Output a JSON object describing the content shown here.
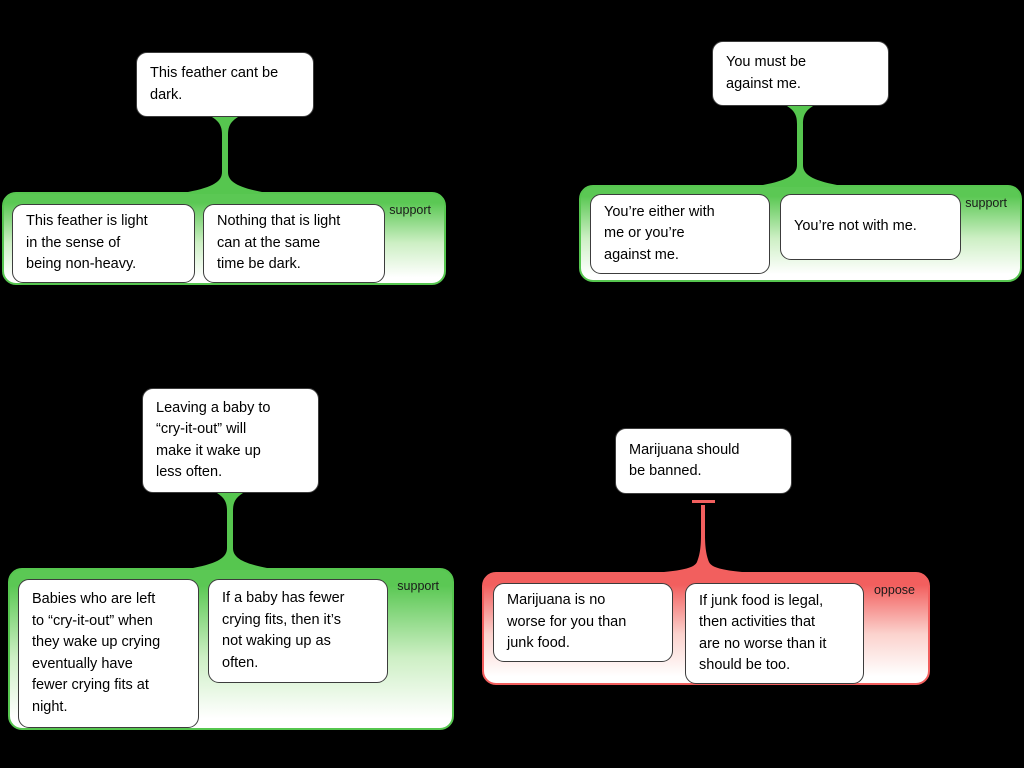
{
  "diagram_type": "argument-map",
  "colors": {
    "background": "#000000",
    "support": "#56c64f",
    "oppose": "#f25f5e",
    "node_fill": "#ffffff",
    "node_border": "#3c3c3c",
    "text": "#000000"
  },
  "trees": [
    {
      "claim": "This feather cant be\ndark.",
      "relation": "support",
      "relation_label": "support",
      "premises": [
        "This feather is light\nin the sense of\nbeing non-heavy.",
        "Nothing that is light\ncan at the same\ntime be dark."
      ]
    },
    {
      "claim": "You must be\nagainst me.",
      "relation": "support",
      "relation_label": "support",
      "premises": [
        "You’re either with\nme or you’re\nagainst me.",
        "You’re not with me."
      ]
    },
    {
      "claim": "Leaving a baby to\n“cry-it-out” will\nmake it wake up\nless often.",
      "relation": "support",
      "relation_label": "support",
      "premises": [
        "Babies who are left\nto “cry-it-out” when\nthey wake up crying\neventually have\nfewer crying fits at\nnight.",
        "If a baby has fewer\ncrying fits, then it’s\nnot waking up as\noften."
      ]
    },
    {
      "claim": "Marijuana should\nbe banned.",
      "relation": "oppose",
      "relation_label": "oppose",
      "premises": [
        "Marijuana is no\nworse for you than\njunk food.",
        "If junk food is legal,\nthen activities that\nare no worse than it\nshould be too."
      ]
    }
  ]
}
